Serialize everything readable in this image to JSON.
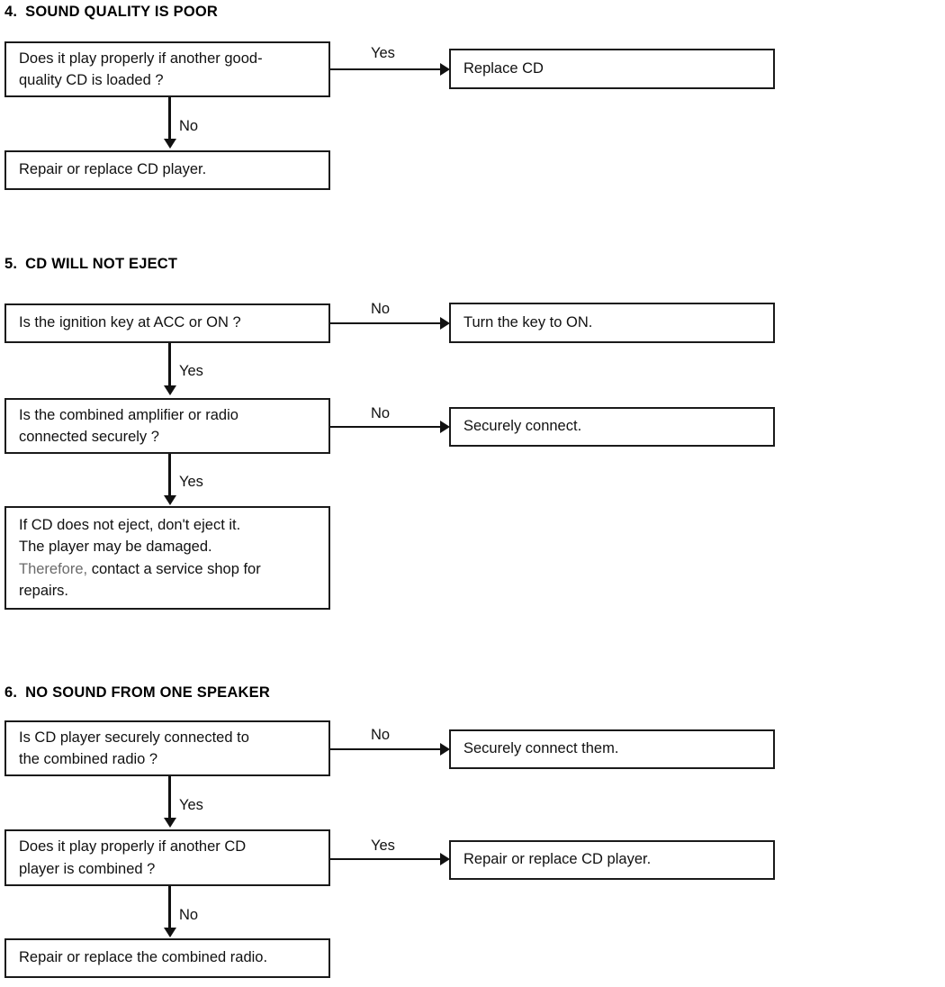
{
  "document": {
    "type": "troubleshooting-flowchart",
    "title": "CD Player Troubleshooting Flowcharts"
  },
  "sections": [
    {
      "number": "4.",
      "title": "SOUND QUALITY IS POOR",
      "nodes": {
        "q1": "Does it play properly if another good-\nquality CD is loaded ?",
        "yes_result": "Replace CD",
        "no_result": "Repair or replace CD player."
      },
      "labels": {
        "branch_right": "Yes",
        "branch_down": "No"
      }
    },
    {
      "number": "5.",
      "title": "CD WILL NOT EJECT",
      "nodes": {
        "q1": "Is the ignition key at ACC or ON ?",
        "q1_no_result": "Turn the key to ON.",
        "q2": "Is the combined amplifier or radio\nconnected securely ?",
        "q2_no_result": "Securely connect.",
        "final_line1": "If  CD does not eject, don't eject it.",
        "final_line2": "The player may be damaged.",
        "final_line3_emph": "Therefore,",
        "final_line3_rest": " contact a service shop for",
        "final_line4": "repairs."
      },
      "labels": {
        "q1_right": "No",
        "q1_down": "Yes",
        "q2_right": "No",
        "q2_down": "Yes"
      }
    },
    {
      "number": "6.",
      "title": "NO SOUND FROM ONE SPEAKER",
      "nodes": {
        "q1": "Is CD player securely connected to\nthe combined radio ?",
        "q1_no_result": "Securely connect them.",
        "q2": "Does it play properly if another CD\nplayer is combined ?",
        "q2_yes_result": "Repair or replace CD player.",
        "final": "Repair or replace the combined radio."
      },
      "labels": {
        "q1_right": "No",
        "q1_down": "Yes",
        "q2_right": "Yes",
        "q2_down": "No"
      }
    }
  ],
  "colors": {
    "stroke": "#1a1a1a",
    "text": "#111111",
    "emphasis_grey": "#6b6b6b",
    "background": "#ffffff"
  }
}
